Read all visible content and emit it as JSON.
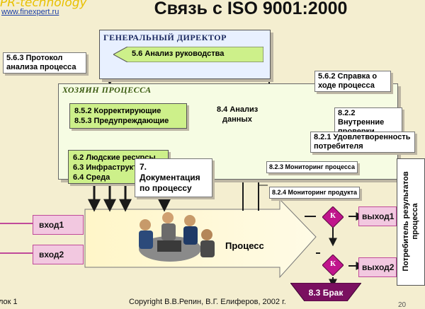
{
  "header": {
    "brand": "PR-technology",
    "url": "www.finexpert.ru",
    "title": "Связь с ISO 9001:2000"
  },
  "director": {
    "title": "ГЕНЕРАЛЬНЫЙ ДИРЕКТОР",
    "review": "5.6 Анализ руководства"
  },
  "owner": {
    "title": "ХОЗЯИН ПРОЦЕССА",
    "corrective": "8.5.2 Корректирующие",
    "preventive": "8.5.3 Предупреждающие",
    "analysis_line1": "8.4 Анализ",
    "analysis_line2": "данных"
  },
  "notes": {
    "protocol_line1": "5.6.3 Протокол",
    "protocol_line2": "анализа процесса",
    "progress_line1": "5.6.2 Справка о",
    "progress_line2": "ходе процесса",
    "internal_line1": "8.2.2 Внутренние",
    "internal_line2": "проверки",
    "satisfaction_line1": "8.2.1 Удовлетворенность",
    "satisfaction_line2": "потребителя",
    "monitoring_process": "8.2.3 Мониторинг процесса",
    "monitoring_product": "8.2.4 Мониторинг продукта"
  },
  "resources": {
    "line1": "6.2 Людские ресурсы",
    "line2": "6.3 Инфраструктура",
    "line3": "6.4 Среда"
  },
  "docs": {
    "line1": "7. Документация",
    "line2": "по процессу"
  },
  "process": {
    "label": "Процесс",
    "input1": "вход1",
    "input2": "вход2",
    "output1": "выход1",
    "output2": "выход2",
    "control": "К",
    "defect": "8.3 Брак"
  },
  "consumer": {
    "line1": "Потребитель результатов",
    "line2": "процесса"
  },
  "footer": {
    "slide": "лок 1",
    "copyright": "Copyright В.В.Репин, В.Г. Елиферов, 2002 г.",
    "page": "20"
  },
  "colors": {
    "green_box": "#cdf08a",
    "control_diamond": "#c0158c",
    "process_body": "#fff8cf",
    "defect": "#7a1060"
  }
}
